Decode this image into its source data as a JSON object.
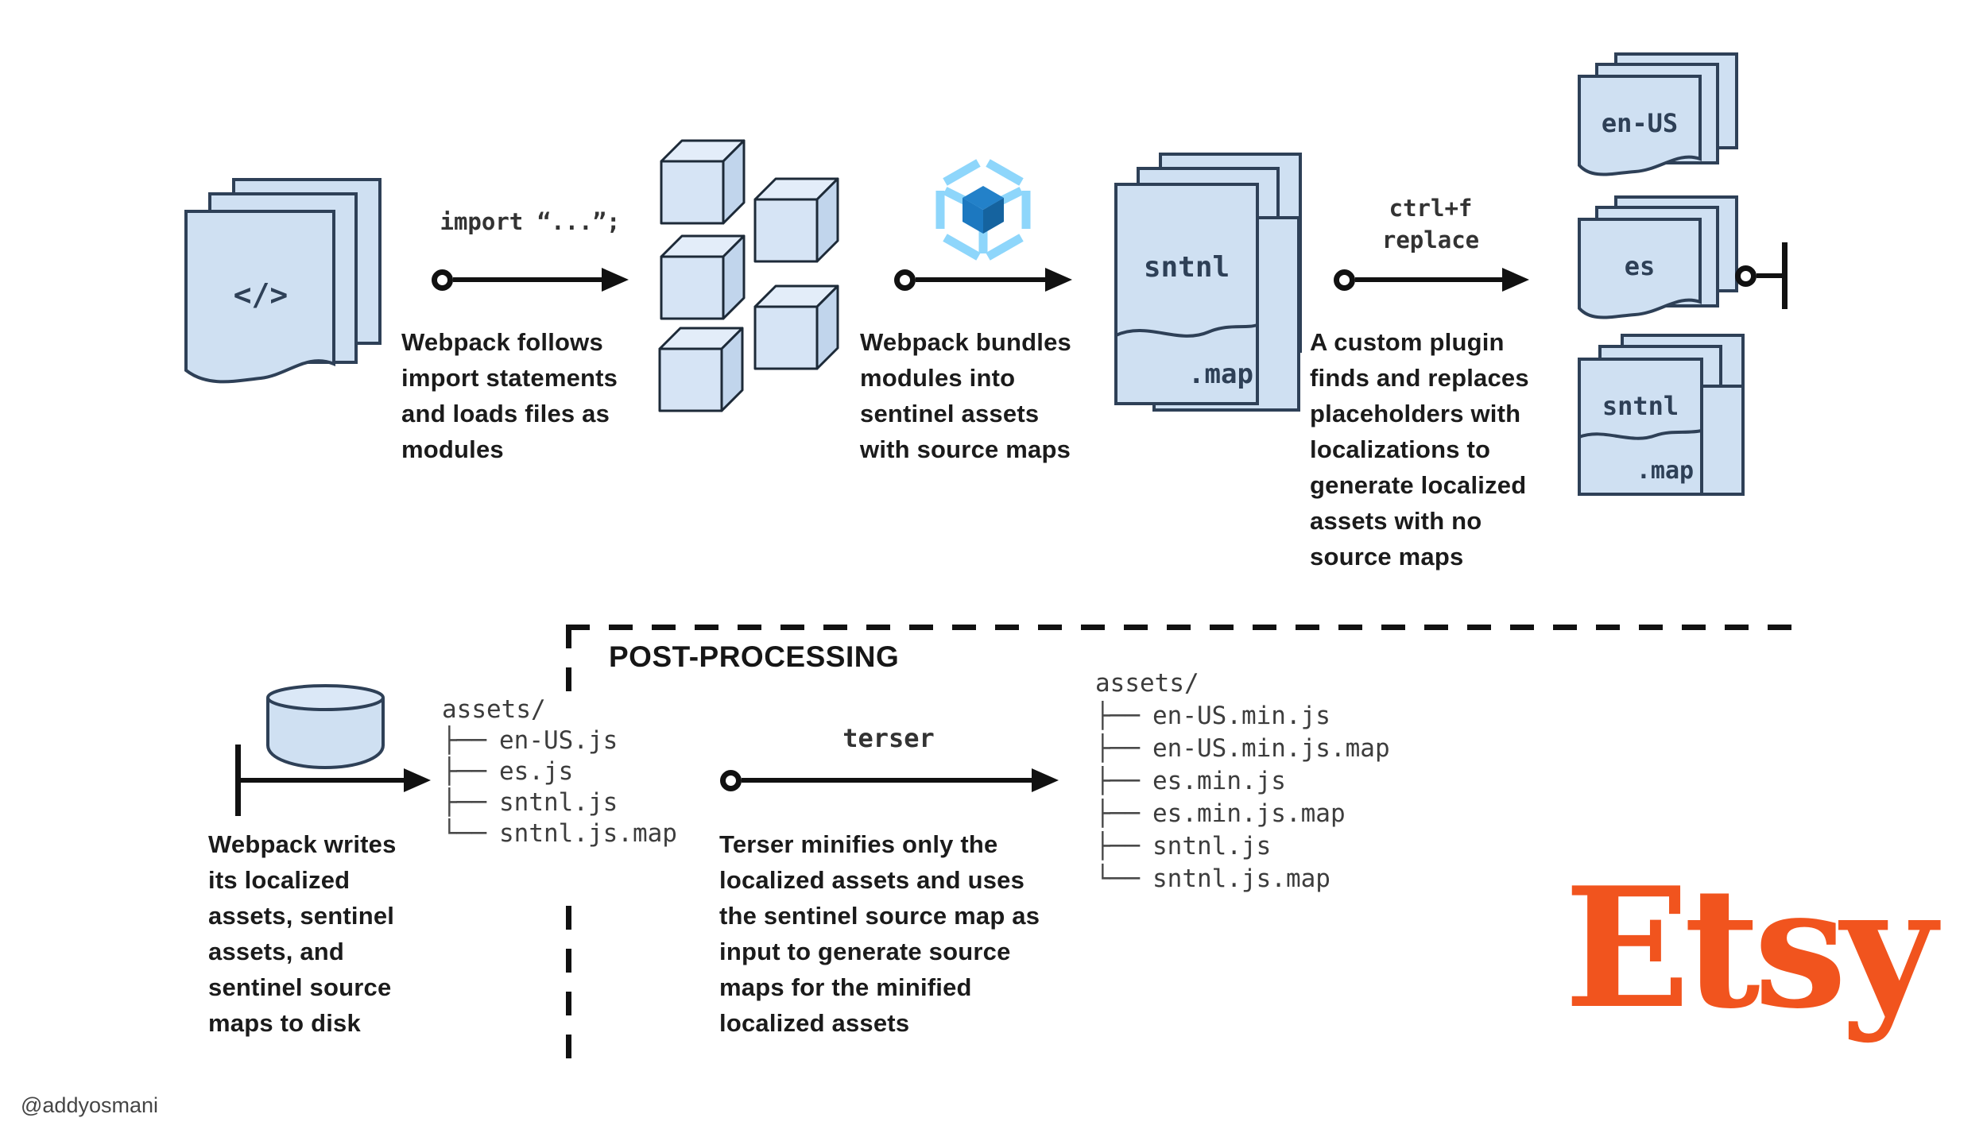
{
  "glyphs": {
    "branch": "├──",
    "last": "└──",
    "code": "</>"
  },
  "top": {
    "step1_label": "import “...”;",
    "step1_caption": "Webpack follows\nimport statements\nand loads files as\nmodules",
    "step2_caption": "Webpack bundles\nmodules into\nsentinel assets\nwith source maps",
    "sentinel": {
      "name": "sntnl",
      "ext": ".map"
    },
    "step3_label": "ctrl+f\nreplace",
    "step3_caption": "A custom plugin\nfinds and replaces\nplaceholders with\nlocalizations to\ngenerate localized\nassets with no\nsource maps",
    "outputs": {
      "locale1": "en-US",
      "locale2": "es",
      "sentinel_name": "sntnl",
      "sentinel_ext": ".map"
    }
  },
  "post": {
    "title": "POST-PROCESSING",
    "step4_caption": "Webpack writes\nits localized\nassets, sentinel\nassets, and\nsentinel source\nmaps to disk",
    "tree1": {
      "root": "assets/",
      "files": [
        "en-US.js",
        "es.js",
        "sntnl.js",
        "sntnl.js.map"
      ]
    },
    "step5_label": "terser",
    "step5_caption": "Terser minifies only the\nlocalized assets and uses\nthe sentinel source map as\ninput to generate source\nmaps for the minified\nlocalized assets",
    "tree2": {
      "root": "assets/",
      "files": [
        "en-US.min.js",
        "en-US.min.js.map",
        "es.min.js",
        "es.min.js.map",
        "sntnl.js",
        "sntnl.js.map"
      ]
    }
  },
  "branding": {
    "logo_text": "Etsy",
    "logo_color": "#F1541E",
    "credit": "@addyosmani"
  },
  "colors": {
    "doc_fill": "#cfe0f2",
    "doc_stroke": "#2e4057",
    "cube_front": "#d6e4f5",
    "cube_top": "#e3edf9",
    "cube_side": "#c1d5ec",
    "webpack_outer": "#8ED6FB",
    "webpack_inner": "#1C78C0",
    "ink": "#111111"
  }
}
